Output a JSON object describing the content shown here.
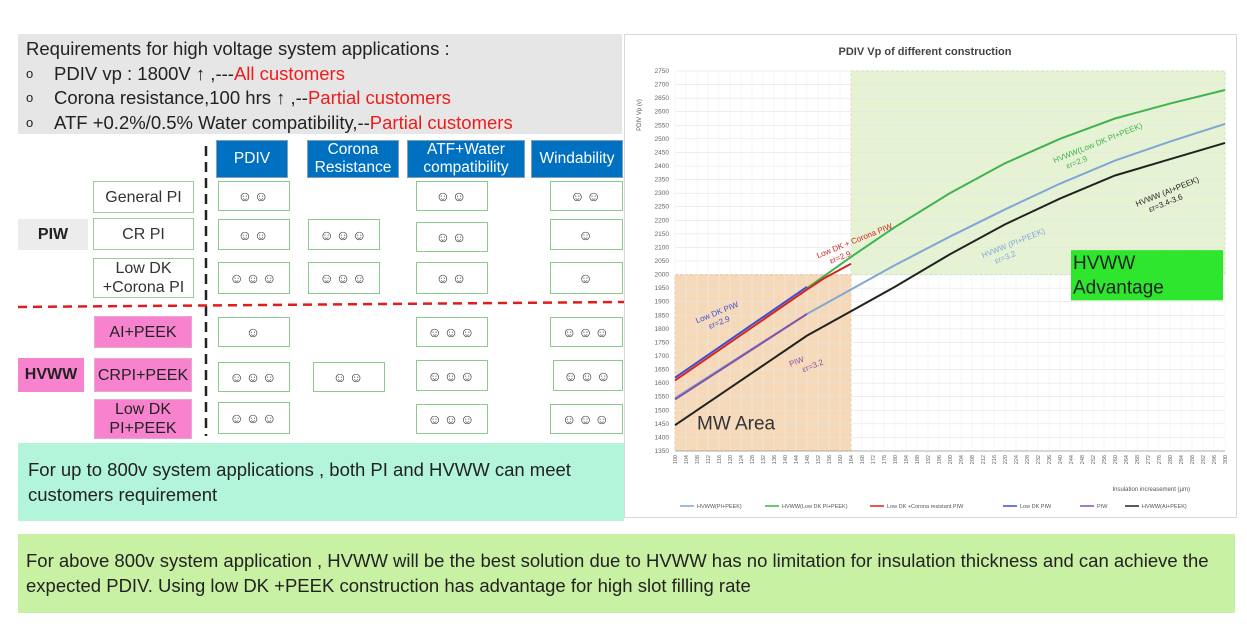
{
  "requirements": {
    "title": "Requirements for high voltage system applications :",
    "bullet_glyph": "o",
    "items": [
      {
        "text": "PDIV vp : 1800V ↑ ,---",
        "audience": "All customers"
      },
      {
        "text": "Corona resistance,100 hrs ↑ ,--",
        "audience": "Partial customers"
      },
      {
        "text": "ATF +0.2%/0.5% Water compatibility,--",
        "audience": "Partial customers"
      }
    ]
  },
  "table": {
    "headers": [
      "PDIV",
      "Corona Resistance",
      "ATF+Water compatibility",
      "Windability"
    ],
    "groups": [
      {
        "name": "PIW",
        "rows": [
          {
            "label": "General PI",
            "pdiv": "☺☺",
            "corona": "",
            "atf": "☺☺",
            "wind": "☺☺"
          },
          {
            "label": "CR PI",
            "pdiv": "☺☺",
            "corona": "☺☺☺",
            "atf": "☺☺",
            "wind": "☺"
          },
          {
            "label": "Low DK +Corona PI",
            "pdiv": "☺☺☺",
            "corona": "☺☺☺",
            "atf": "☺☺",
            "wind": "☺"
          }
        ]
      },
      {
        "name": "HVWW",
        "rows": [
          {
            "label": "AI+PEEK",
            "pdiv": "☺",
            "corona": "",
            "atf": "☺☺☺",
            "wind": "☺☺☺"
          },
          {
            "label": "CRPI+PEEK",
            "pdiv": "☺☺☺",
            "corona": "☺☺",
            "atf": "☺☺☺",
            "wind": "☺☺☺"
          },
          {
            "label": "Low DK PI+PEEK",
            "pdiv": "☺☺☺",
            "corona": "",
            "atf": "☺☺☺",
            "wind": "☺☺☺"
          }
        ]
      }
    ]
  },
  "notes": {
    "note1": "For up to 800v system applications , both PI and HVWW can meet customers requirement",
    "note2": "For above 800v system application , HVWW will be the best solution due to HVWW has no limitation for insulation thickness and can achieve the expected PDIV. Using low DK +PEEK construction has advantage for high slot filling rate"
  },
  "colors": {
    "header_blue": "#0070c0",
    "pink": "#f783cf",
    "red_text": "#ee1c1c",
    "note1_bg": "#b3f5db",
    "note2_bg": "#c9f1a4",
    "mw_area": "#f5d9b8",
    "hvww_area": "#e6f3d3",
    "hvww_advantage_box": "#2ee62e"
  },
  "chart_data": {
    "type": "line",
    "title": "PDIV Vp of different construction",
    "xlabel": "Insulation increasement (μm)",
    "ylabel": "PDIV Vp (v)",
    "xlim": [
      100,
      300
    ],
    "ylim": [
      1350,
      2750
    ],
    "x_ticks": [
      100,
      104,
      108,
      112,
      116,
      120,
      124,
      128,
      132,
      136,
      140,
      144,
      148,
      152,
      156,
      160,
      164,
      168,
      172,
      176,
      180,
      184,
      188,
      192,
      196,
      200,
      204,
      208,
      212,
      216,
      220,
      224,
      228,
      232,
      236,
      240,
      244,
      248,
      252,
      256,
      260,
      264,
      268,
      272,
      276,
      280,
      284,
      288,
      292,
      296,
      300
    ],
    "y_ticks": [
      1350,
      1400,
      1450,
      1500,
      1550,
      1600,
      1650,
      1700,
      1750,
      1800,
      1850,
      1900,
      1950,
      2000,
      2050,
      2100,
      2150,
      2200,
      2250,
      2300,
      2350,
      2400,
      2450,
      2500,
      2550,
      2600,
      2650,
      2700,
      2750
    ],
    "grid": true,
    "legend_position": "bottom",
    "series": [
      {
        "name": "HVWW(PI+PEEK)",
        "color": "#7fa7d6",
        "x": [
          100,
          148,
          164,
          180,
          200,
          220,
          240,
          260,
          280,
          300
        ],
        "y": [
          1545,
          1855,
          1945,
          2035,
          2140,
          2240,
          2335,
          2420,
          2490,
          2555
        ]
      },
      {
        "name": "HVWW(Low DK PI+PEEK)",
        "color": "#3fb34f",
        "x": [
          148,
          164,
          180,
          200,
          220,
          240,
          260,
          280,
          300
        ],
        "y": [
          1950,
          2065,
          2175,
          2300,
          2410,
          2500,
          2575,
          2630,
          2680
        ]
      },
      {
        "name": "Low DK +Corona resistant PIW",
        "color": "#d6261f",
        "x": [
          100,
          148,
          154,
          164
        ],
        "y": [
          1610,
          1945,
          1985,
          2040
        ]
      },
      {
        "name": "Low DK PIW",
        "color": "#3d4fcf",
        "x": [
          100,
          148
        ],
        "y": [
          1620,
          1955
        ]
      },
      {
        "name": "PIW",
        "color": "#8652a8",
        "x": [
          100,
          148
        ],
        "y": [
          1540,
          1855
        ]
      },
      {
        "name": "HVWW(AI+PEEK)",
        "color": "#222222",
        "x": [
          100,
          148,
          164,
          180,
          200,
          220,
          240,
          260,
          280,
          300
        ],
        "y": [
          1445,
          1775,
          1865,
          1955,
          2075,
          2185,
          2280,
          2365,
          2425,
          2485
        ]
      }
    ],
    "shaded_regions": [
      {
        "label": "MW Area",
        "x": [
          100,
          164
        ],
        "y": [
          1350,
          2000
        ]
      },
      {
        "label": "HVWW Advantage",
        "x": [
          164,
          300
        ],
        "y": [
          2000,
          2750
        ]
      }
    ],
    "annotations": [
      {
        "text": "HVWW(Low DK PI+PEEK)",
        "sub": "εr=2.9",
        "x": 238,
        "y": 2410,
        "series": "HVWW(Low DK PI+PEEK)"
      },
      {
        "text": "Low DK + Corona PIW",
        "sub": "εr=2.9",
        "x": 152,
        "y": 2060,
        "series": "Low DK +Corona resistant PIW"
      },
      {
        "text": "Low DK PIW",
        "sub": "εr=2.9",
        "x": 108,
        "y": 1820,
        "series": "Low DK PIW"
      },
      {
        "text": "HVWW (PI+PEEK)",
        "sub": "εr=3.2",
        "x": 212,
        "y": 2060,
        "series": "HVWW(PI+PEEK)"
      },
      {
        "text": "PIW",
        "sub": "εr=3.2",
        "x": 142,
        "y": 1660,
        "series": "PIW"
      },
      {
        "text": "HVWW (AI+PEEK)",
        "sub": "εr=3.4-3.6",
        "x": 268,
        "y": 2250,
        "series": "HVWW(AI+PEEK)"
      }
    ],
    "region_labels": {
      "mw": "MW Area",
      "hvww_line1": "HVWW",
      "hvww_line2": "Advantage"
    }
  }
}
